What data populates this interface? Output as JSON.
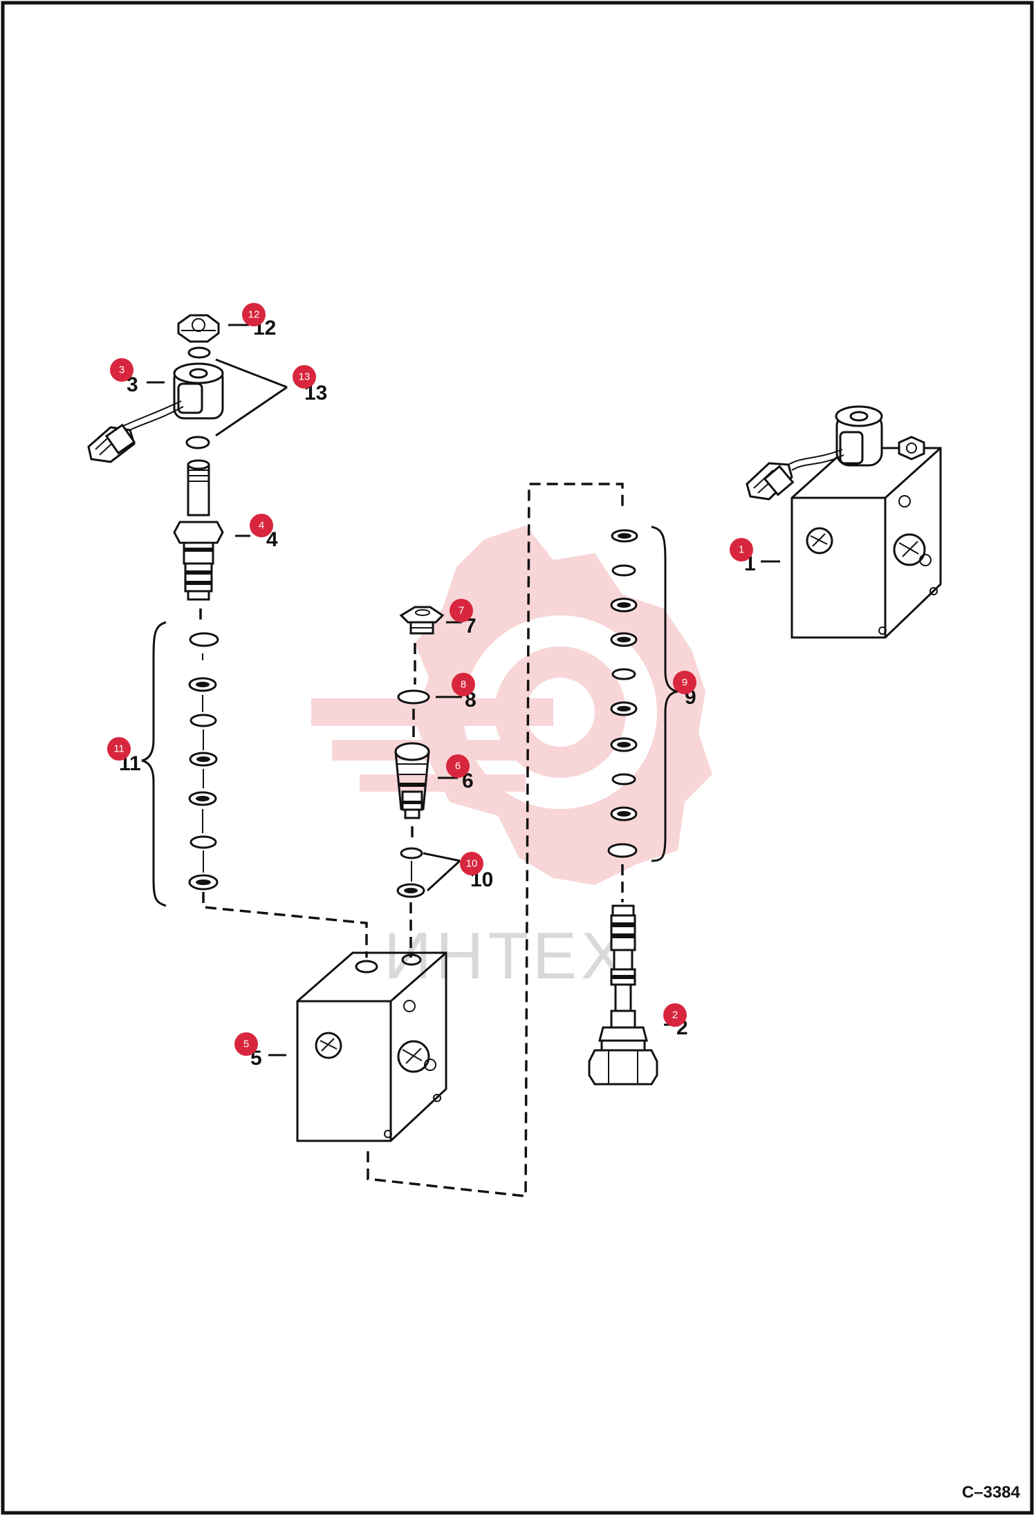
{
  "drawing": {
    "code": "C–3384",
    "watermark_text": "ИНТЕХ",
    "accent_color": "#d7263d",
    "watermark_color": "#f4b6b8"
  },
  "callouts": [
    {
      "id": "1",
      "label": "1"
    },
    {
      "id": "2",
      "label": "2"
    },
    {
      "id": "3",
      "label": "3"
    },
    {
      "id": "4",
      "label": "4"
    },
    {
      "id": "5",
      "label": "5"
    },
    {
      "id": "6",
      "label": "6"
    },
    {
      "id": "7",
      "label": "7"
    },
    {
      "id": "8",
      "label": "8"
    },
    {
      "id": "9",
      "label": "9"
    },
    {
      "id": "10",
      "label": "10"
    },
    {
      "id": "11",
      "label": "11"
    },
    {
      "id": "12",
      "label": "12"
    },
    {
      "id": "13",
      "label": "13"
    }
  ]
}
